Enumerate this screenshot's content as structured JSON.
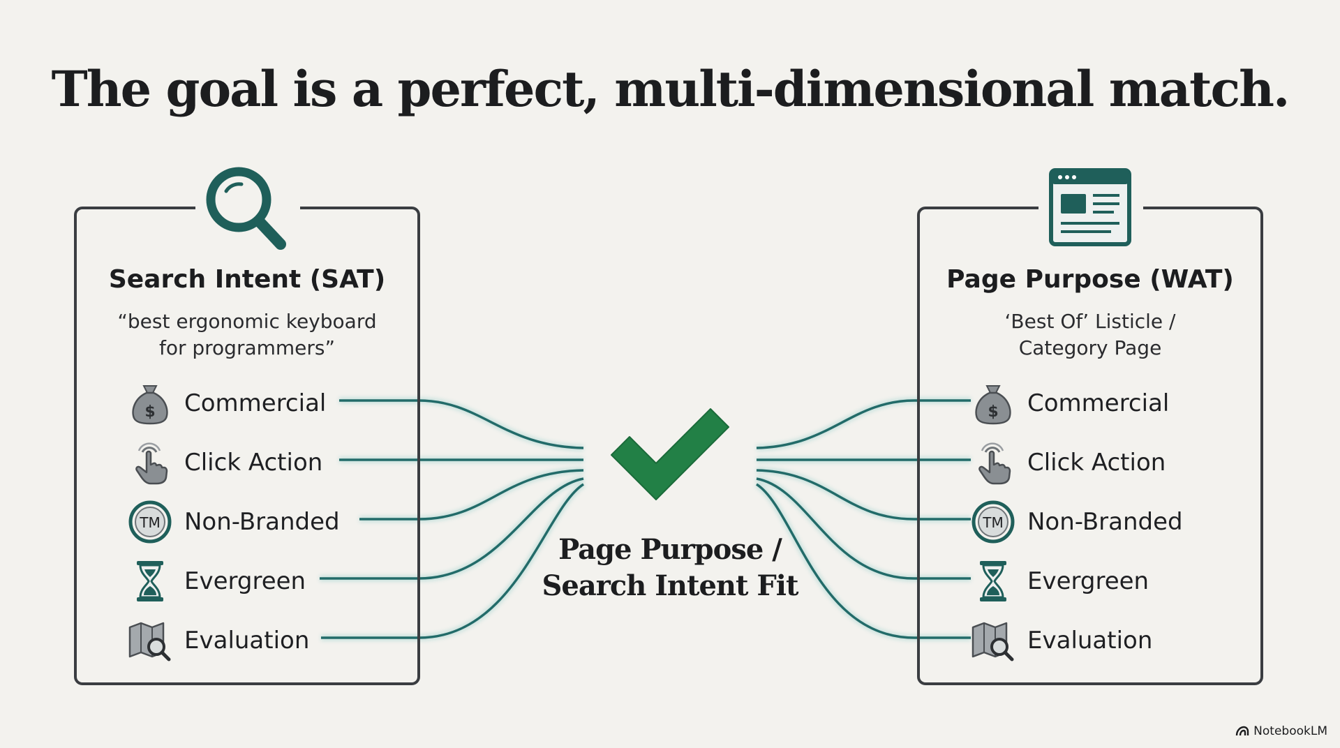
{
  "title": "The goal is a perfect, multi-dimensional match.",
  "colors": {
    "background": "#f3f2ee",
    "panel_border": "#3a3d41",
    "icon_teal": "#1f5f5a",
    "connector": "#2a7a78",
    "check_green": "#228046",
    "icon_gray": "#6f7478"
  },
  "left_panel": {
    "icon": "magnifier-icon",
    "title": "Search Intent (SAT)",
    "subtitle_lines": [
      "“best ergonomic keyboard",
      "for programmers”"
    ],
    "items": [
      {
        "icon": "money-bag-icon",
        "label": "Commercial"
      },
      {
        "icon": "pointer-hand-icon",
        "label": "Click Action"
      },
      {
        "icon": "trademark-icon",
        "label": "Non-Branded"
      },
      {
        "icon": "hourglass-icon",
        "label": "Evergreen"
      },
      {
        "icon": "map-search-icon",
        "label": "Evaluation"
      }
    ]
  },
  "right_panel": {
    "icon": "browser-window-icon",
    "title": "Page Purpose (WAT)",
    "subtitle_lines": [
      "‘Best Of’ Listicle /",
      "Category Page"
    ],
    "items": [
      {
        "icon": "money-bag-icon",
        "label": "Commercial"
      },
      {
        "icon": "pointer-hand-icon",
        "label": "Click Action"
      },
      {
        "icon": "trademark-icon",
        "label": "Non-Branded"
      },
      {
        "icon": "hourglass-icon",
        "label": "Evergreen"
      },
      {
        "icon": "map-search-icon",
        "label": "Evaluation"
      }
    ]
  },
  "center": {
    "icon": "checkmark-icon",
    "label_lines": [
      "Page Purpose /",
      "Search Intent Fit"
    ]
  },
  "watermark": {
    "icon": "notebooklm-logo-icon",
    "text": "NotebookLM"
  }
}
